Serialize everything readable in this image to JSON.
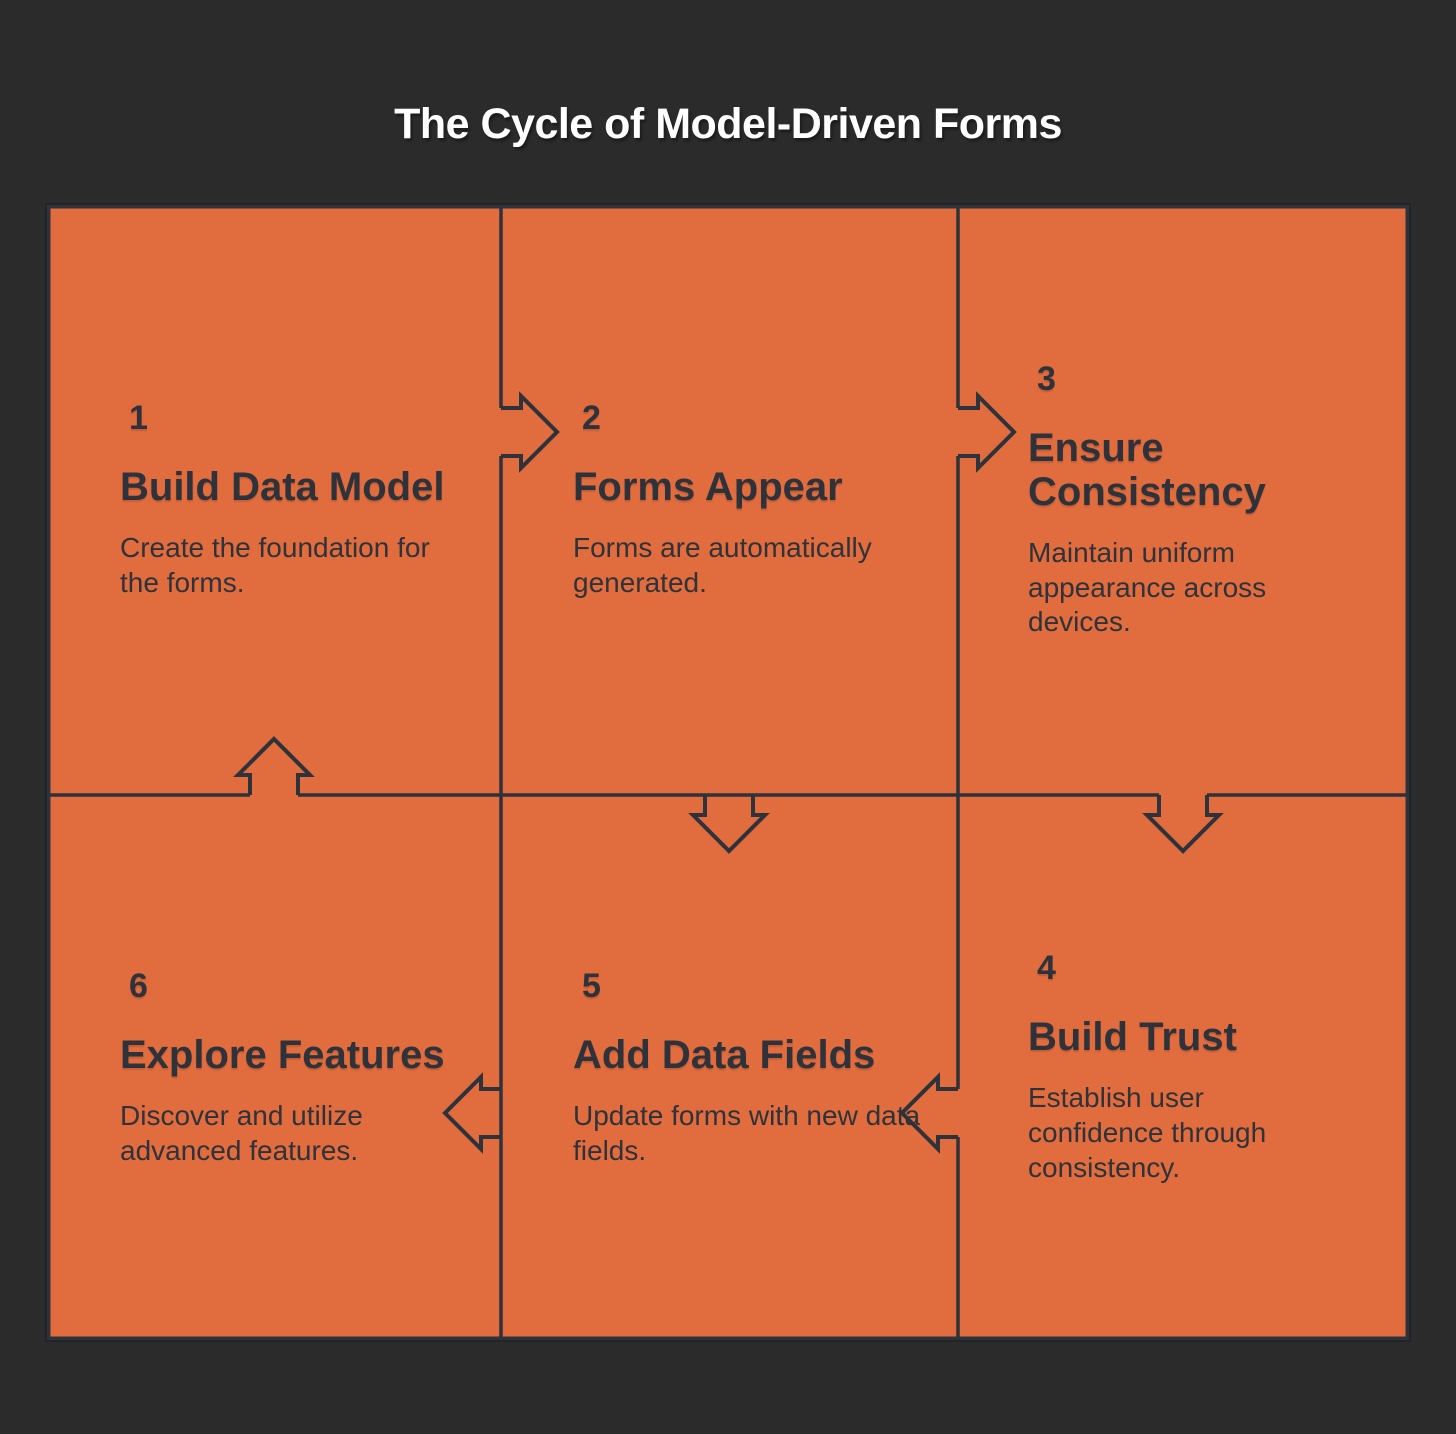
{
  "title": "The Cycle of Model-Driven Forms",
  "colors": {
    "background": "#2b2b2b",
    "panel": "#e16c3e",
    "ink": "#2e323a",
    "title_text": "#ffffff"
  },
  "steps": [
    {
      "number": "1",
      "title": "Build Data Model",
      "description": "Create the foundation for the forms."
    },
    {
      "number": "2",
      "title": "Forms Appear",
      "description": "Forms are automatically generated."
    },
    {
      "number": "3",
      "title": "Ensure Consistency",
      "description": "Maintain uniform appearance across devices."
    },
    {
      "number": "4",
      "title": "Build Trust",
      "description": "Establish user confidence through consistency."
    },
    {
      "number": "5",
      "title": "Add Data Fields",
      "description": "Update forms with new data fields."
    },
    {
      "number": "6",
      "title": "Explore Features",
      "description": "Discover and utilize advanced features."
    }
  ],
  "arrows": [
    {
      "id": "step1-to-step2",
      "direction": "right"
    },
    {
      "id": "step2-to-step3",
      "direction": "right"
    },
    {
      "id": "step3-to-step4",
      "direction": "down"
    },
    {
      "id": "step4-to-step5",
      "direction": "left"
    },
    {
      "id": "step5-to-step6",
      "direction": "left"
    },
    {
      "id": "step6-to-step1",
      "direction": "up"
    },
    {
      "id": "step2-to-step5",
      "direction": "down"
    }
  ]
}
